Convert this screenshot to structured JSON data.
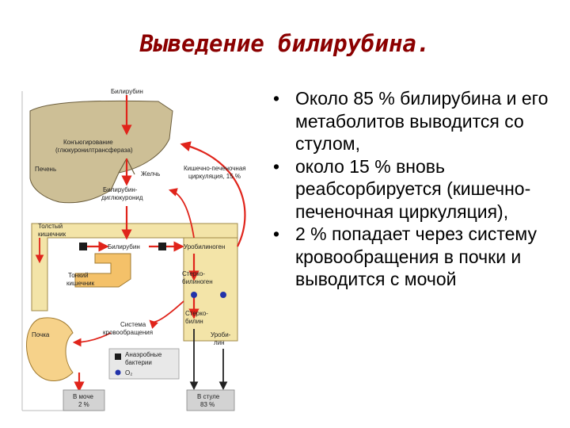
{
  "title": "Выведение билирубина.",
  "bullets": [
    "Около 85 % билирубина и его метаболитов выводится со стулом,",
    "около 15 % вновь реабсорбируется (кишечно-печеночная циркуляция),",
    "2 % попадает через систему кровообращения в почки и выводится с мочой"
  ],
  "diagram": {
    "bilirubin_top": "Билирубин",
    "conjugation_1": "Конъюгирование",
    "conjugation_2": "(глюкуронилтрансфераза)",
    "liver": "Печень",
    "bile": "Желчь",
    "enterohepatic_1": "Кишечно-печеночная",
    "enterohepatic_2": "циркуляция, 15 %",
    "bilirubin_diglucuronide_1": "Билирубин-",
    "bilirubin_diglucuronide_2": "диглюкуронид",
    "large_intestine_1": "Толстый",
    "large_intestine_2": "кишечник",
    "bilirubin_gut": "Билирубин",
    "urobilinogen_gut": "Уробилиноген",
    "small_intestine_1": "Тонкий",
    "small_intestine_2": "кишечник",
    "stercobilinogen_1": "Стерко-",
    "stercobilinogen_2": "билиноген",
    "circulation_1": "Система",
    "circulation_2": "кровообращения",
    "stercobilin_1": "Стерко-",
    "stercobilin_2": "билин",
    "urobilin_1": "Уроби-",
    "urobilin_2": "лин",
    "kidney": "Почка",
    "legend_anaerobic_1": "Анаэробные",
    "legend_anaerobic_2": "бактерии",
    "legend_o2": "O₂",
    "urine_1": "В моче",
    "urine_2": "2 %",
    "stool_1": "В стуле",
    "stool_2": "83 %",
    "colors": {
      "title": "#8b0000",
      "arrow": "#e0241b",
      "liver_fill": "#cdbf96",
      "intestine_fill": "#f3e4a8",
      "kidney_fill": "#f6d28a",
      "bacteria_marker": "#1c1c1c",
      "o2_marker": "#2233aa",
      "outcome_box": "#d3d3d3"
    }
  }
}
